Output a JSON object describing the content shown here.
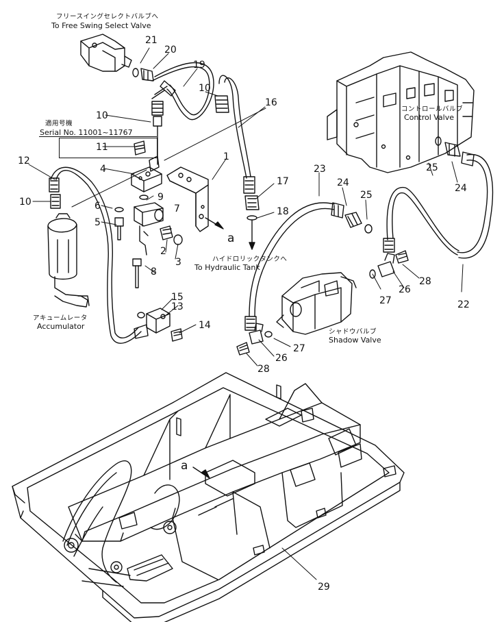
{
  "annotations": {
    "free_swing_jp": "フリースイングセレクトバルブへ",
    "free_swing_en": "To Free Swing Select Valve",
    "serial_jp": "適用号機",
    "serial_en": "Serial No. 11001~11767",
    "control_valve_jp": "コントロールバルブ",
    "control_valve_en": "Control Valve",
    "hydraulic_tank_jp": "ハイドロリックタンクへ",
    "hydraulic_tank_en": "To Hydraulic Tank",
    "accumulator_jp": "アキュームレータ",
    "accumulator_en": "Accumulator",
    "shadow_valve_jp": "シャドウバルブ",
    "shadow_valve_en": "Shadow Valve",
    "ref_a_upper": "a",
    "ref_a_lower": "a"
  },
  "callouts": [
    "21",
    "20",
    "19",
    "10",
    "16",
    "10",
    "1",
    "11",
    "12",
    "4",
    "17",
    "10",
    "9",
    "6",
    "7",
    "18",
    "5",
    "2",
    "3",
    "24",
    "25",
    "24",
    "23",
    "25",
    "8",
    "15",
    "13",
    "14",
    "28",
    "26",
    "27",
    "22",
    "27",
    "26",
    "28",
    "29"
  ]
}
